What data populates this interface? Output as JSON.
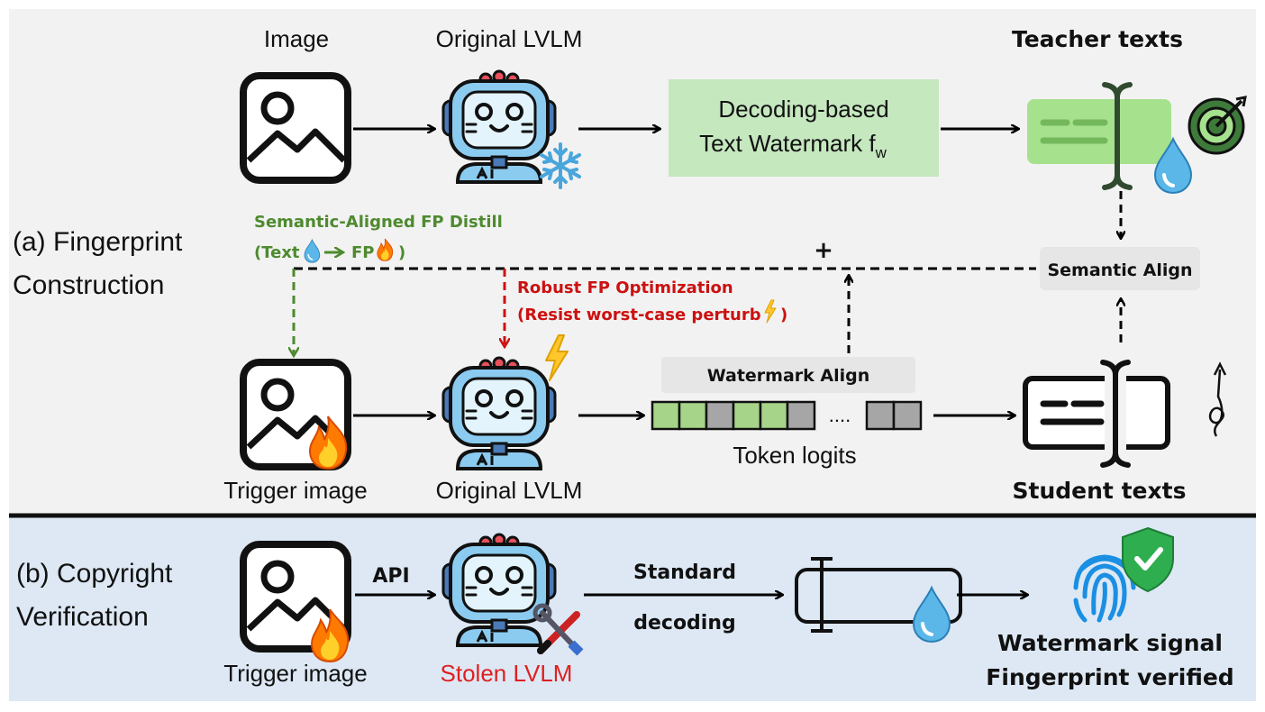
{
  "panel_a": {
    "title_line1": "(a) Fingerprint",
    "title_line2": "Construction",
    "image_label": "Image",
    "orig_lvlm_top": "Original LVLM",
    "decoding_line1": "Decoding-based",
    "decoding_line2": "Text Watermark f",
    "decoding_sub": "w",
    "teacher_label": "Teacher texts",
    "distill_line1": "Semantic-Aligned FP Distill",
    "distill_text": "(Text",
    "distill_fp": "FP",
    "distill_close": ")",
    "plus": "+",
    "semantic_align": "Semantic Align",
    "robust_line1": "Robust FP Optimization",
    "robust_line2": "(Resist worst-case perturb",
    "robust_close": ")",
    "watermark_align": "Watermark Align",
    "ellipsis": "....",
    "token_logits": "Token logits",
    "trigger_label": "Trigger image",
    "orig_lvlm_bottom": "Original LVLM",
    "student_label": "Student texts"
  },
  "panel_b": {
    "title_line1": "(b) Copyright",
    "title_line2": "Verification",
    "trigger_label": "Trigger image",
    "api_label": "API",
    "stolen_label": "Stolen LVLM",
    "decoding_line1": "Standard",
    "decoding_line2": "decoding",
    "result_line1": "Watermark signal",
    "result_line2": "Fingerprint verified"
  },
  "colors": {
    "panel_a_bg": "#f2f2f2",
    "panel_b_bg": "#dde8f4",
    "green_text": "#4e8a2e",
    "red_text": "#cc1111",
    "decoding_box": "#c5e8bf",
    "teacher_box": "#a6e18d",
    "robot_blue": "#8ccbf0",
    "fingerprint_blue": "#1a8fe3",
    "shield_green": "#2fae50",
    "fire_orange": "#ff8a00",
    "token_green": "#a6d488",
    "token_gray": "#a6a6a6"
  },
  "icons": [
    "image-icon",
    "robot-icon",
    "snowflake-icon",
    "target-icon",
    "water-drop-icon",
    "fire-icon",
    "lightning-icon",
    "tools-icon",
    "fingerprint-icon",
    "shield-check-icon",
    "text-cursor-icon",
    "squiggle-arrow-icon"
  ]
}
